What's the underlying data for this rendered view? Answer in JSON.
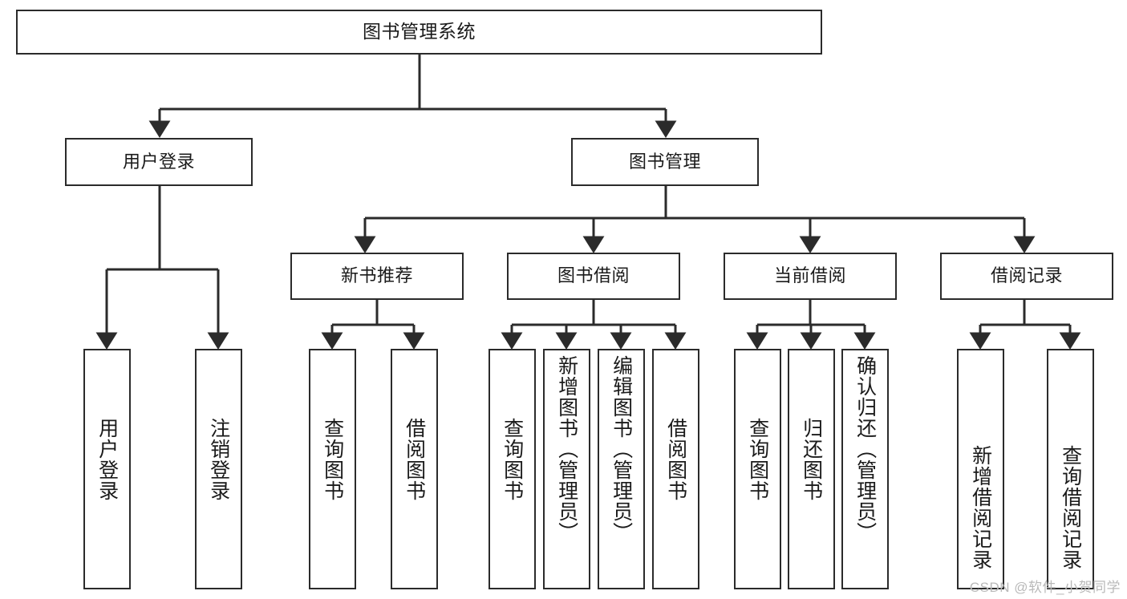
{
  "diagram": {
    "title": "图书管理系统",
    "type": "functional-structure-tree",
    "watermark": "CSDN @软件_小贺同学",
    "colors": {
      "border": "#2b2b2b",
      "background": "#ffffff",
      "text": "#1a1a1a",
      "connector": "#2b2b2b",
      "watermark": "#b9b9b9"
    },
    "root": {
      "label": "图书管理系统"
    },
    "level2": [
      {
        "label": "用户登录"
      },
      {
        "label": "图书管理"
      }
    ],
    "level3": [
      {
        "label": "新书推荐"
      },
      {
        "label": "图书借阅"
      },
      {
        "label": "当前借阅"
      },
      {
        "label": "借阅记录"
      }
    ],
    "leaves": {
      "user_login": [
        {
          "label": "用户登录"
        },
        {
          "label": "注销登录"
        }
      ],
      "new_book_recommend": [
        {
          "label": "查询图书"
        },
        {
          "label": "借阅图书"
        }
      ],
      "book_borrow": [
        {
          "label": "查询图书"
        },
        {
          "label": "新增图书（管理员）"
        },
        {
          "label": "编辑图书（管理员）"
        },
        {
          "label": "借阅图书"
        }
      ],
      "current_borrow": [
        {
          "label": "查询图书"
        },
        {
          "label": "归还图书"
        },
        {
          "label": "确认归还（管理员）"
        }
      ],
      "borrow_record": [
        {
          "label": "新增借阅记录"
        },
        {
          "label": "查询借阅记录"
        }
      ]
    }
  }
}
